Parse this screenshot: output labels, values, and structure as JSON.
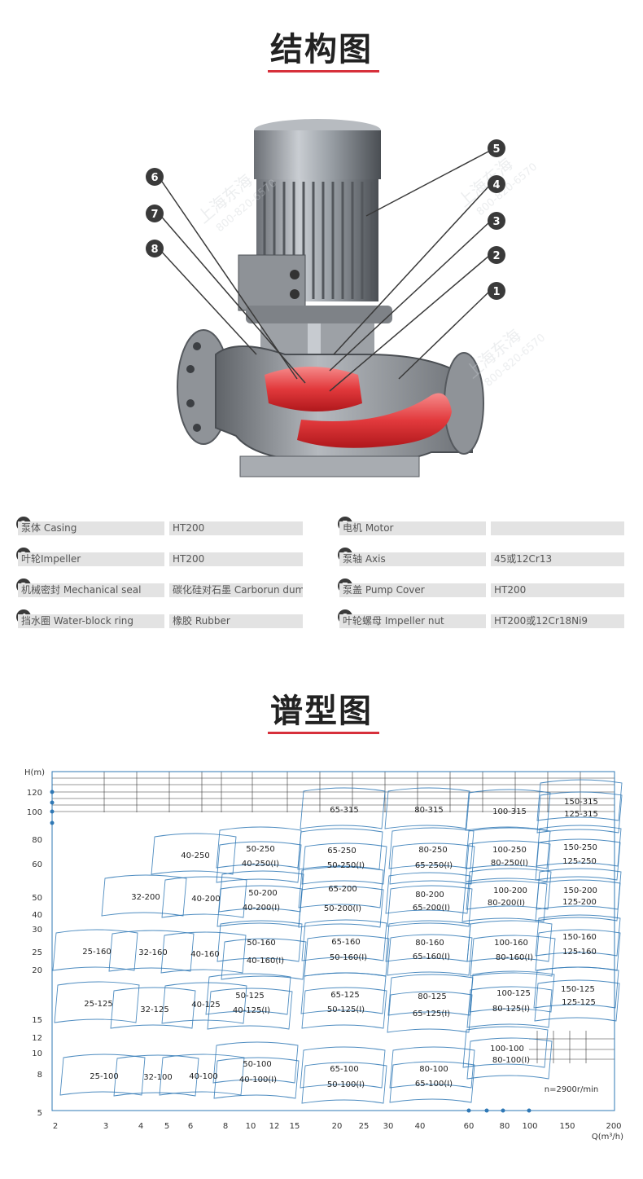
{
  "sections": {
    "structure_title": "结构图",
    "chart_title": "谱型图"
  },
  "colors": {
    "accent": "#d7303b",
    "chart_line": "#2f78b5"
  },
  "callouts": [
    "5",
    "4",
    "3",
    "2",
    "1",
    "6",
    "7",
    "8"
  ],
  "watermark": {
    "company": "上海东海",
    "phone": "800-820-6570"
  },
  "parts": [
    {
      "num": "1",
      "name": "泵体 Casing",
      "material": "HT200"
    },
    {
      "num": "2",
      "name": "叶轮Impeller",
      "material": "HT200"
    },
    {
      "num": "3",
      "name": "机械密封 Mechanical seal",
      "material": "碳化硅对石墨 Carborun dum"
    },
    {
      "num": "4",
      "name": "挡水圈 Water-block ring",
      "material": "橡胶 Rubber"
    },
    {
      "num": "5",
      "name": "电机 Motor",
      "material": ""
    },
    {
      "num": "6",
      "name": "泵轴 Axis",
      "material": "45或12Cr13"
    },
    {
      "num": "7",
      "name": "泵盖 Pump Cover",
      "material": "HT200"
    },
    {
      "num": "8",
      "name": "叶轮螺母 Impeller nut",
      "material": "HT200或12Cr18Ni9"
    }
  ],
  "chart_data": {
    "type": "diagram",
    "ylabel": "H(m)",
    "xlabel": "Q(m³/h)",
    "speed_note": "n=2900r/min",
    "y_ticks": [
      "120",
      "100",
      "80",
      "60",
      "50",
      "40",
      "30",
      "25",
      "20",
      "15",
      "12",
      "10",
      "8",
      "5"
    ],
    "x_ticks": [
      "2",
      "3",
      "4",
      "5",
      "6",
      "8",
      "10",
      "12",
      "15",
      "20",
      "25",
      "30",
      "40",
      "60",
      "80",
      "100",
      "150",
      "200"
    ],
    "regions": [
      {
        "label": "65-315"
      },
      {
        "label": "80-315"
      },
      {
        "label": "100-315"
      },
      {
        "label": "150-315"
      },
      {
        "label": "125-315"
      },
      {
        "label": "40-250"
      },
      {
        "label": "50-250"
      },
      {
        "label": "40-250(I)"
      },
      {
        "label": "65-250"
      },
      {
        "label": "50-250(I)"
      },
      {
        "label": "80-250"
      },
      {
        "label": "65-250(I)"
      },
      {
        "label": "100-250"
      },
      {
        "label": "80-250(I)"
      },
      {
        "label": "150-250"
      },
      {
        "label": "125-250"
      },
      {
        "label": "32-200"
      },
      {
        "label": "40-200"
      },
      {
        "label": "50-200"
      },
      {
        "label": "40-200(I)"
      },
      {
        "label": "65-200"
      },
      {
        "label": "50-200(I)"
      },
      {
        "label": "80-200"
      },
      {
        "label": "65-200(I)"
      },
      {
        "label": "100-200"
      },
      {
        "label": "80-200(I)"
      },
      {
        "label": "150-200"
      },
      {
        "label": "125-200"
      },
      {
        "label": "25-160"
      },
      {
        "label": "32-160"
      },
      {
        "label": "40-160"
      },
      {
        "label": "50-160"
      },
      {
        "label": "40-160(I)"
      },
      {
        "label": "65-160"
      },
      {
        "label": "50-160(I)"
      },
      {
        "label": "80-160"
      },
      {
        "label": "65-160(I)"
      },
      {
        "label": "100-160"
      },
      {
        "label": "80-160(I)"
      },
      {
        "label": "150-160"
      },
      {
        "label": "125-160"
      },
      {
        "label": "25-125"
      },
      {
        "label": "32-125"
      },
      {
        "label": "40-125"
      },
      {
        "label": "50-125"
      },
      {
        "label": "40-125(I)"
      },
      {
        "label": "65-125"
      },
      {
        "label": "50-125(I)"
      },
      {
        "label": "80-125"
      },
      {
        "label": "65-125(I)"
      },
      {
        "label": "100-125"
      },
      {
        "label": "80-125(I)"
      },
      {
        "label": "150-125"
      },
      {
        "label": "125-125"
      },
      {
        "label": "25-100"
      },
      {
        "label": "32-100"
      },
      {
        "label": "40-100"
      },
      {
        "label": "50-100"
      },
      {
        "label": "40-100(I)"
      },
      {
        "label": "65-100"
      },
      {
        "label": "50-100(I)"
      },
      {
        "label": "80-100"
      },
      {
        "label": "65-100(I)"
      },
      {
        "label": "100-100"
      },
      {
        "label": "80-100(I)"
      }
    ]
  }
}
